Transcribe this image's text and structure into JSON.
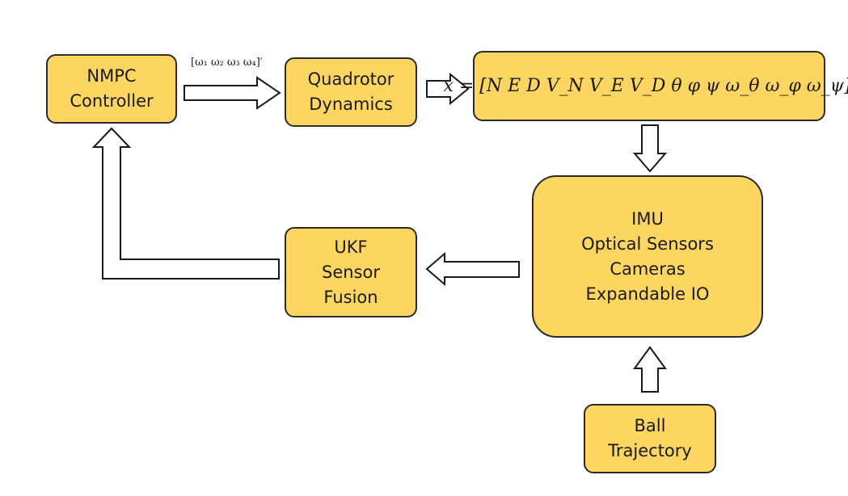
{
  "nodes": {
    "nmpc": {
      "lines": [
        "NMPC",
        "Controller"
      ]
    },
    "quadrotor": {
      "lines": [
        "Quadrotor",
        "Dynamics"
      ]
    },
    "state_vector": {
      "text": "x = [N E D V_N V_E V_D θ φ ψ  ω_θ ω_φ ω_ψ]′"
    },
    "sensors": {
      "lines": [
        "IMU",
        "Optical Sensors",
        "Cameras",
        "Expandable IO"
      ]
    },
    "ukf": {
      "lines": [
        "UKF",
        "Sensor",
        "Fusion"
      ]
    },
    "ball": {
      "lines": [
        "Ball",
        "Trajectory"
      ]
    }
  },
  "edge_labels": {
    "nmpc_to_quadrotor": "[ω₁ ω₂ ω₃ ω₄]′"
  },
  "colors": {
    "box_fill": "#fdd561",
    "box_border": "#2b2b2b",
    "arrow_fill": "#ffffff",
    "arrow_stroke": "#1a1a1a"
  }
}
